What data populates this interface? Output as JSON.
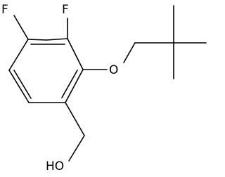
{
  "molecule": {
    "atoms": {
      "fluorine_top_left": "F",
      "fluorine_top": "F",
      "ether_oxygen": "O",
      "hydroxyl": "HO"
    }
  },
  "colors": {
    "bond": "#000000",
    "label": "#000000",
    "background": "#ffffff"
  }
}
